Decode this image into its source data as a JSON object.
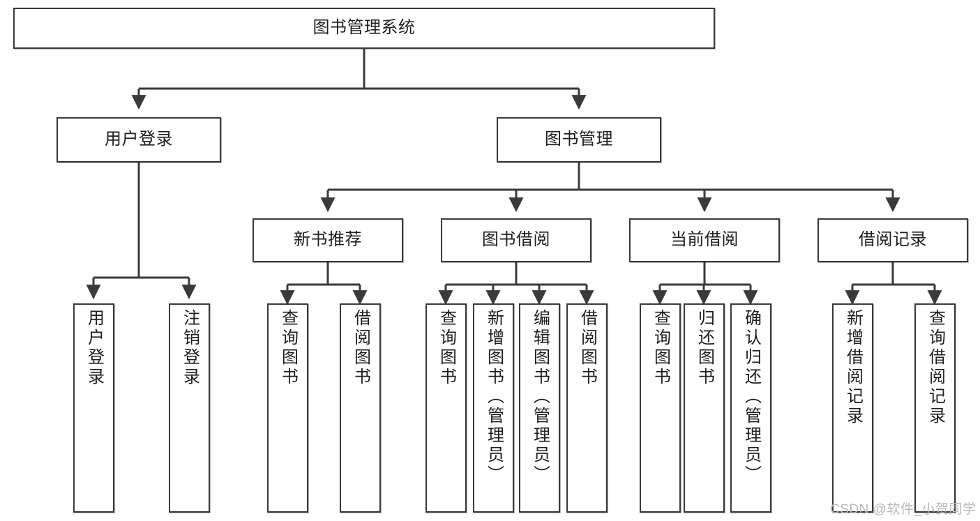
{
  "diagram": {
    "type": "tree",
    "title": "图书管理系统",
    "root": {
      "label": "图书管理系统"
    },
    "level2": [
      {
        "label": "用户登录"
      },
      {
        "label": "图书管理"
      }
    ],
    "level3": [
      {
        "label": "新书推荐"
      },
      {
        "label": "图书借阅"
      },
      {
        "label": "当前借阅"
      },
      {
        "label": "借阅记录"
      }
    ],
    "leaves": {
      "user_login": [
        {
          "label": "用户登录"
        },
        {
          "label": "注销登录"
        }
      ],
      "new_book_recommend": [
        {
          "label": "查询图书"
        },
        {
          "label": "借阅图书"
        }
      ],
      "book_borrow": [
        {
          "label": "查询图书"
        },
        {
          "label": "新增图书（管理员）"
        },
        {
          "label": "编辑图书（管理员）"
        },
        {
          "label": "借阅图书"
        }
      ],
      "current_borrow": [
        {
          "label": "查询图书"
        },
        {
          "label": "归还图书"
        },
        {
          "label": "确认归还（管理员）"
        }
      ],
      "borrow_record": [
        {
          "label": "新增借阅记录"
        },
        {
          "label": "查询借阅记录"
        }
      ]
    }
  },
  "watermark": {
    "text": "CSDN @软件_小贺同学"
  },
  "colors": {
    "box_border": "#3a3a3a",
    "box_fill": "#ffffff",
    "connector": "#3a3a3a",
    "text": "#1e1e1e",
    "watermark": "#b9b9b9",
    "background": "#ffffff"
  }
}
